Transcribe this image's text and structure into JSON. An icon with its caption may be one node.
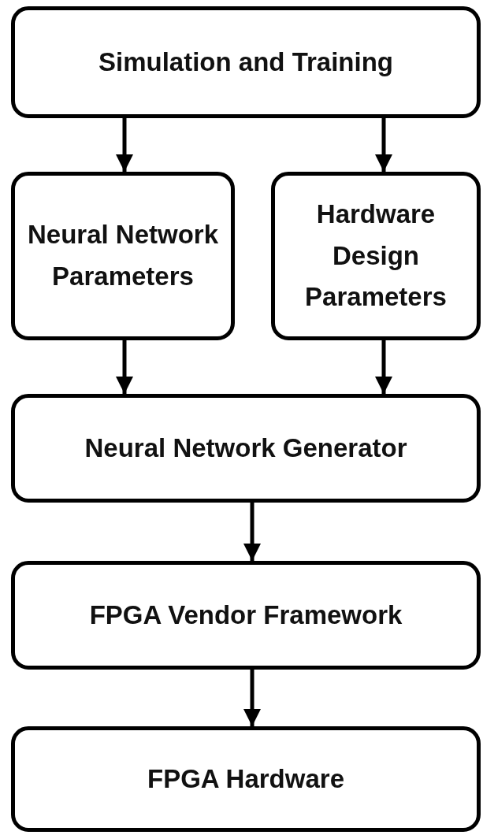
{
  "diagram": {
    "nodes": [
      {
        "text": [
          "Simulation and Training"
        ]
      },
      {
        "text": [
          "Neural Network Parameters"
        ]
      },
      {
        "text": [
          "Hardware Design Parameters"
        ]
      },
      {
        "text": [
          "Neural Network Generator"
        ]
      },
      {
        "text": [
          "FPGA Vendor Framework"
        ]
      },
      {
        "text": [
          "FPGA Hardware"
        ]
      }
    ],
    "edges": [
      {
        "from": 0,
        "to": 1,
        "arrow": "to"
      },
      {
        "from": 0,
        "to": 2,
        "arrow": "to"
      },
      {
        "from": 1,
        "to": 3,
        "arrow": "to"
      },
      {
        "from": 2,
        "to": 3,
        "arrow": "to"
      },
      {
        "from": 3,
        "to": 4,
        "arrow": "to"
      },
      {
        "from": 4,
        "to": 5,
        "arrow": "to"
      }
    ]
  }
}
